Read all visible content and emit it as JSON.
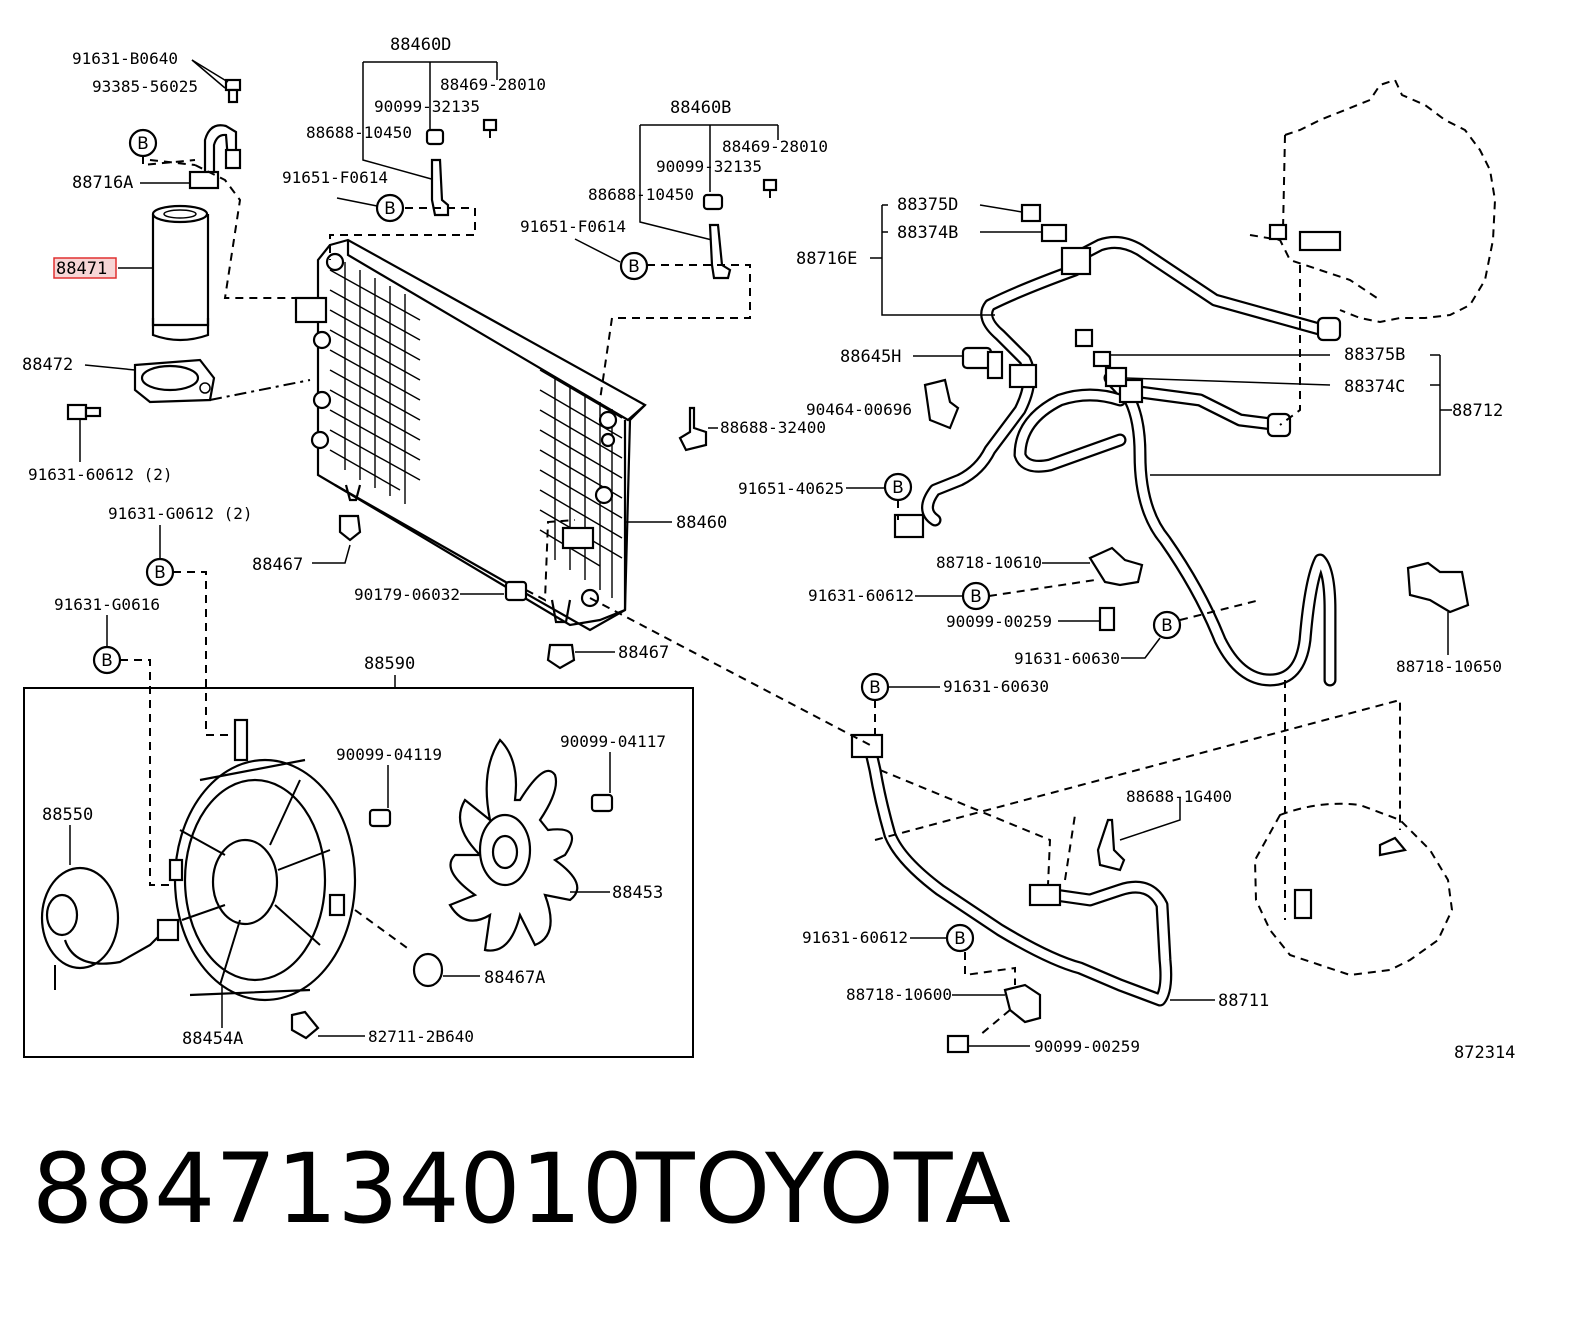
{
  "labels": {
    "l91631_B0640": "91631-B0640",
    "l93385_56025": "93385-56025",
    "l88716A": "88716A",
    "l88471": "88471",
    "l88472": "88472",
    "l91631_60612_2": "91631-60612 (2)",
    "l88460D": "88460D",
    "l88469_28010_a": "88469-28010",
    "l90099_32135_a": "90099-32135",
    "l88688_10450_a": "88688-10450",
    "l91651_F0614_a": "91651-F0614",
    "l88460B": "88460B",
    "l88469_28010_b": "88469-28010",
    "l90099_32135_b": "90099-32135",
    "l88688_10450_b": "88688-10450",
    "l91651_F0614_b": "91651-F0614",
    "l88375D": "88375D",
    "l88374B": "88374B",
    "l88716E": "88716E",
    "l88645H": "88645H",
    "l90464_00696": "90464-00696",
    "l88375B": "88375B",
    "l88374C": "88374C",
    "l88712": "88712",
    "l88688_32400": "88688-32400",
    "l91651_40625": "91651-40625",
    "l88460": "88460",
    "l88467_a": "88467",
    "l90179_06032": "90179-06032",
    "l88467_b": "88467",
    "l88718_10610": "88718-10610",
    "l91631_60612_a": "91631-60612",
    "l90099_00259_a": "90099-00259",
    "l91631_60630_a": "91631-60630",
    "l88718_10650": "88718-10650",
    "l91631_G0612_2": "91631-G0612 (2)",
    "l91631_G0616": "91631-G0616",
    "l88590": "88590",
    "l91631_60630_b": "91631-60630",
    "l90099_04119": "90099-04119",
    "l90099_04117": "90099-04117",
    "l88550": "88550",
    "l88453": "88453",
    "l88467A": "88467A",
    "l88454A": "88454A",
    "l82711_2B640": "82711-2B640",
    "l88688_1G400": "88688-1G400",
    "l91631_60612_b": "91631-60612",
    "l88718_10600": "88718-10600",
    "l88711": "88711",
    "l90099_00259_b": "90099-00259",
    "l872314": "872314"
  },
  "callout_letter": "B",
  "footer": {
    "part_number": "8847134010",
    "brand": "TOYOTA"
  },
  "highlight_color": "#e03030"
}
